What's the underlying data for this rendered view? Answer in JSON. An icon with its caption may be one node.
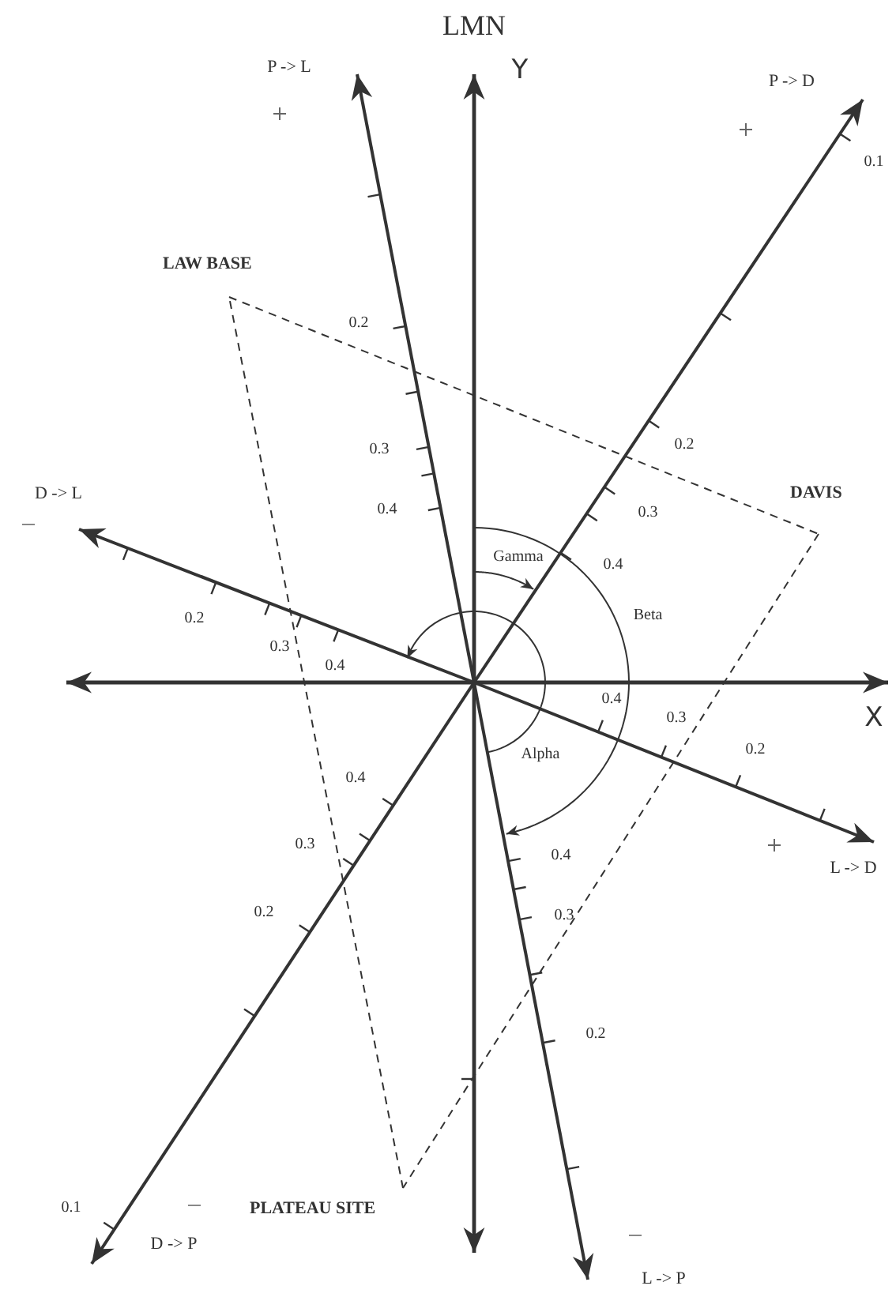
{
  "diagram": {
    "nodes": [
      {
        "text": [
          "LAW BASE"
        ]
      },
      {
        "text": [
          "DAVIS"
        ]
      },
      {
        "text": [
          "PLATEAU SITE"
        ]
      }
    ],
    "edges": [
      {
        "from": 0,
        "to": 1,
        "arrow": "none",
        "style": "dashed"
      },
      {
        "from": 1,
        "to": 2,
        "arrow": "none",
        "style": "dashed"
      },
      {
        "from": 2,
        "to": 0,
        "arrow": "none",
        "style": "dashed"
      }
    ],
    "labels": [
      "LMN",
      "P -> L",
      "Y",
      "P -> D",
      "0.1",
      "0.2",
      "0.2",
      "0.3",
      "D -> L",
      "0.3",
      "0.4",
      "Gamma",
      "0.4",
      "Beta",
      "0.2",
      "0.3",
      "0.4",
      "X",
      "0.4",
      "0.3",
      "0.2",
      "Alpha",
      "0.4",
      "0.3",
      "0.2",
      "0.4",
      "0.3",
      "0.2",
      "L -> D",
      "0.1",
      "D -> P",
      "L -> P"
    ]
  }
}
